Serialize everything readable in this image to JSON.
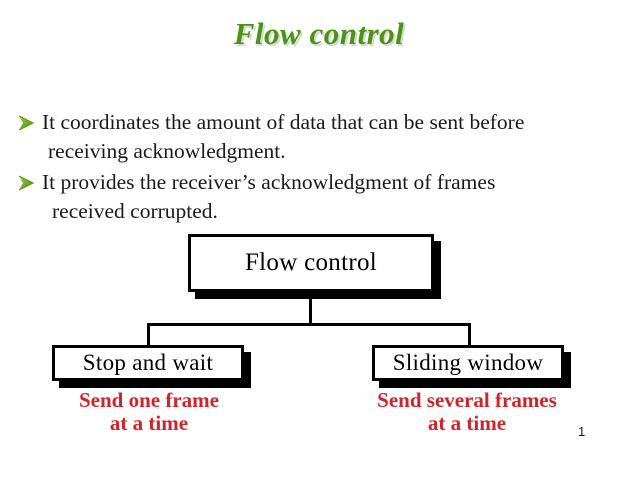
{
  "slide": {
    "title": "Flow control",
    "title_color": "#4a9412",
    "background_color": "#ffffff",
    "page_number": "1"
  },
  "bullets": [
    {
      "icon": "green-arrowhead-bullet-icon",
      "line1": "It coordinates the amount of data that can be sent before",
      "line2": "receiving acknowledgment."
    },
    {
      "icon": "green-arrowhead-bullet-icon",
      "line1": "It provides the receiver’s acknowledgment of frames",
      "line2": "received corrupted."
    }
  ],
  "diagram": {
    "type": "tree",
    "root": {
      "label": "Flow control"
    },
    "children": [
      {
        "label": "Stop and wait",
        "caption_line1": "Send one frame",
        "caption_line2": "at a time"
      },
      {
        "label": "Sliding window",
        "caption_line1": "Send several frames",
        "caption_line2": "at a time"
      }
    ],
    "box_border_color": "#000000",
    "box_fill_color": "#ffffff",
    "box_shadow_color": "#000000",
    "caption_color": "#d1232a"
  }
}
